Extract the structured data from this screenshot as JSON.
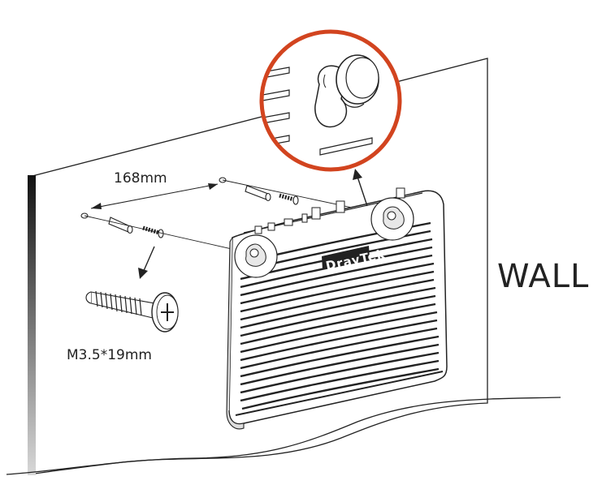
{
  "labels": {
    "spacing": "168mm",
    "screw_spec": "M3.5*19mm",
    "wall": "WALL",
    "brand": "DrayTek"
  },
  "colors": {
    "highlight_circle": "#d2441f",
    "line": "#222222",
    "wall_fill": "#ffffff"
  },
  "icons": {
    "screw": "screw-icon",
    "wall_anchor": "wall-anchor-icon",
    "keyhole_slot": "keyhole-slot-icon",
    "router": "router-device"
  }
}
